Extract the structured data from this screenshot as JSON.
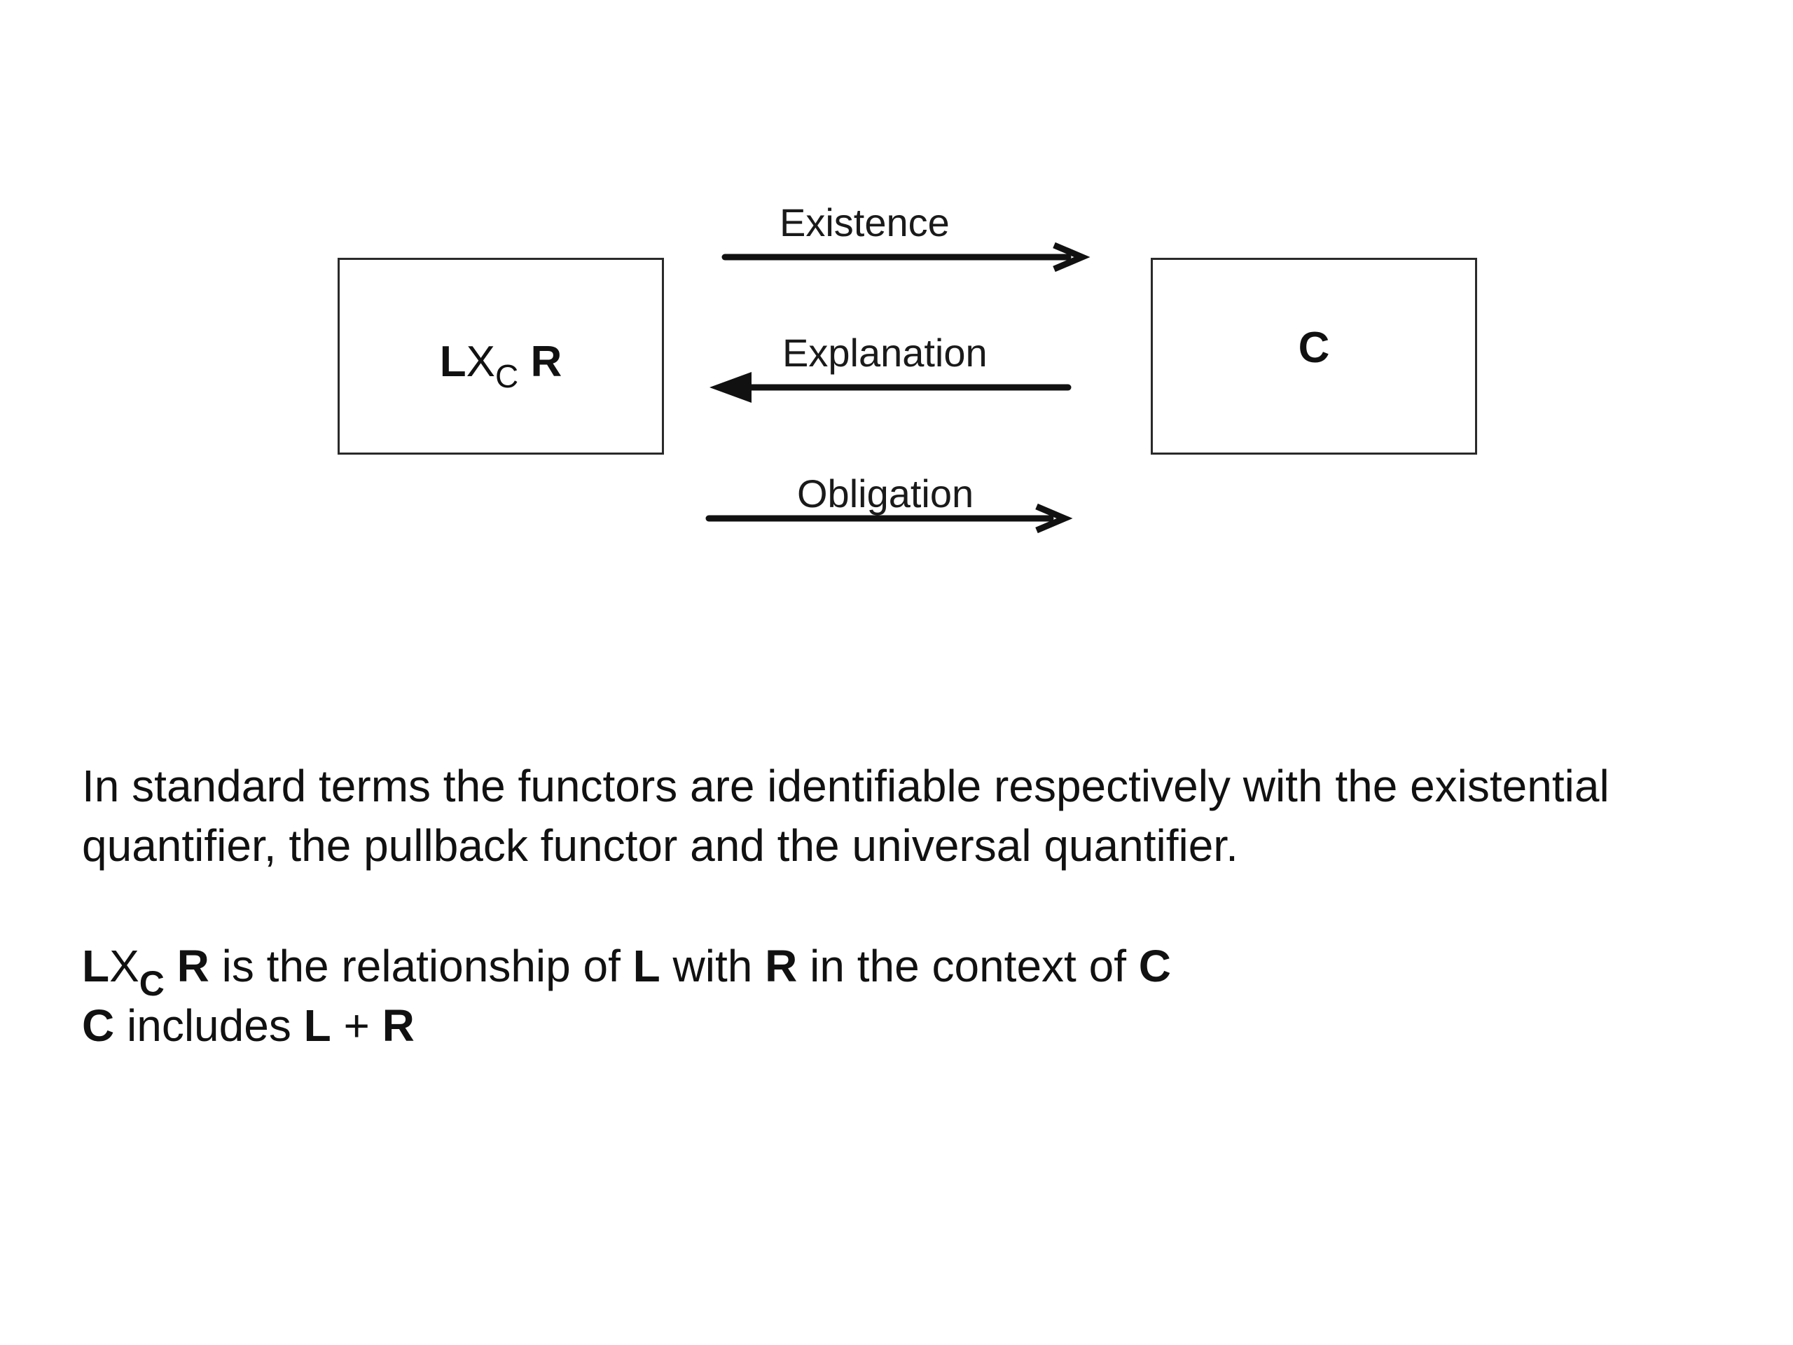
{
  "diagram": {
    "left_box": {
      "bold_left": "L",
      "x_letter": "X",
      "subscript": "C",
      "bold_right": "R"
    },
    "right_box": {
      "label": "C"
    },
    "arrows": [
      {
        "label": "Existence",
        "direction": "left-to-right",
        "head": "open"
      },
      {
        "label": "Explanation",
        "direction": "right-to-left",
        "head": "filled"
      },
      {
        "label": "Obligation",
        "direction": "left-to-right",
        "head": "open"
      }
    ]
  },
  "text": {
    "paragraph_line_1": "In standard terms the functors are identifiable respectively with the existential",
    "paragraph_line_2": "quantifier, the pullback functor and the universal quantifier.",
    "relation": {
      "l": "L",
      "x": "X",
      "sub": "C",
      "r": "R",
      "part1": " is the relationship of ",
      "l2": "L",
      "part2": " with ",
      "r2": "R",
      "part3": " in the context of ",
      "c": "C"
    },
    "includes": {
      "c": "C",
      "part1": " includes ",
      "l": "L",
      "plus": " + ",
      "r": "R"
    }
  }
}
